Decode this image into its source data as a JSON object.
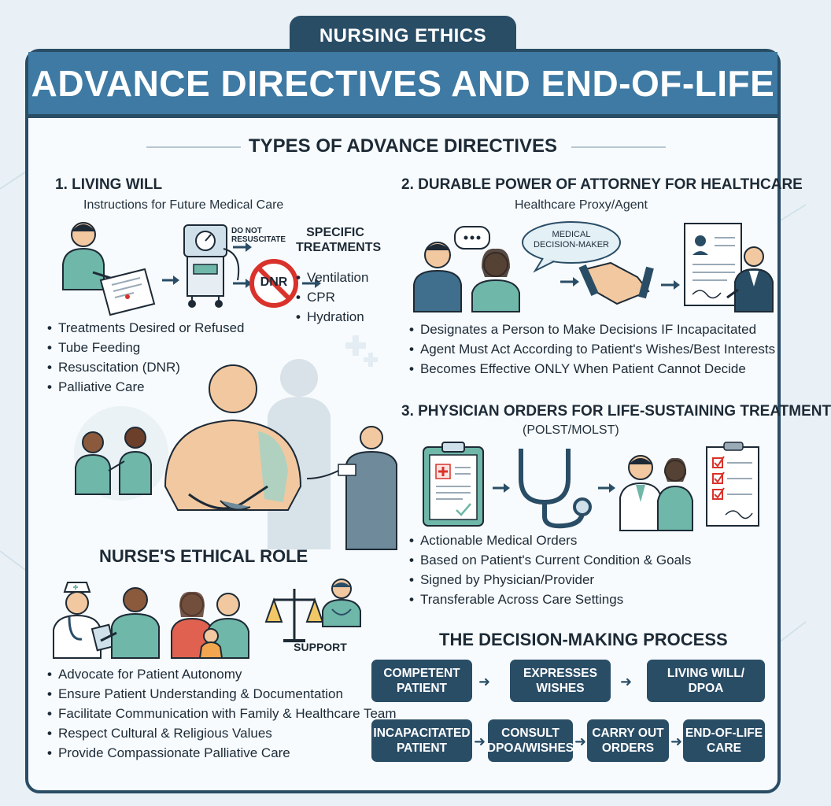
{
  "header": {
    "tab": "NURSING ETHICS",
    "title": "ADVANCE DIRECTIVES AND END-OF-LIFE"
  },
  "types_title": "TYPES OF ADVANCE DIRECTIVES",
  "living_will": {
    "heading": "1.  LIVING WILL",
    "subtitle": "Instructions for Future Medical Care",
    "dnr_caption": "DO NOT\nRESUSCITATE",
    "dnr_sign": "DNR",
    "specific_title": "SPECIFIC\nTREATMENTS",
    "specific_items": [
      "Ventilation",
      "CPR",
      "Hydration"
    ],
    "bullets": [
      "Treatments Desired or Refused",
      "Tube Feeding",
      "Resuscitation (DNR)",
      "Palliative Care"
    ]
  },
  "dpoa": {
    "heading": "2. DURABLE POWER OF ATTORNEY FOR HEALTHCARE",
    "subtitle": "Healthcare Proxy/Agent",
    "bubble": "MEDICAL\nDECISION-MAKER",
    "bullets": [
      "Designates a Person to Make Decisions IF Incapacitated",
      "Agent Must Act According to Patient's Wishes/Best Interests",
      "Becomes Effective ONLY When Patient Cannot Decide"
    ]
  },
  "polst": {
    "heading": "3. PHYSICIAN ORDERS FOR LIFE-SUSTAINING TREATMENT",
    "subtitle": "(POLST/MOLST)",
    "bullets": [
      "Actionable Medical Orders",
      "Based on Patient's Current Condition & Goals",
      "Signed by Physician/Provider",
      "Transferable Across Care Settings"
    ]
  },
  "nurse_role": {
    "heading": "NURSE'S ETHICAL ROLE",
    "support_label": "SUPPORT",
    "bullets": [
      "Advocate for Patient Autonomy",
      "Ensure Patient Understanding & Documentation",
      "Facilitate Communication with Family & Healthcare Team",
      "Respect Cultural & Religious Values",
      "Provide Compassionate Palliative Care"
    ]
  },
  "decision": {
    "heading": "THE DECISION-MAKING PROCESS",
    "row1": [
      "COMPETENT\nPATIENT",
      "EXPRESSES\nWISHES",
      "LIVING WILL/\nDPOA"
    ],
    "row2": [
      "INCAPACITATED\nPATIENT",
      "CONSULT\nDPOA/WISHES",
      "CARRY OUT\nORDERS",
      "END-OF-LIFE\nCARE"
    ]
  },
  "colors": {
    "navy": "#2a4d66",
    "banner_blue": "#3e7aa3",
    "teal": "#6fb7a8",
    "dnr_red": "#d9322b",
    "skin": "#f2c8a0"
  }
}
